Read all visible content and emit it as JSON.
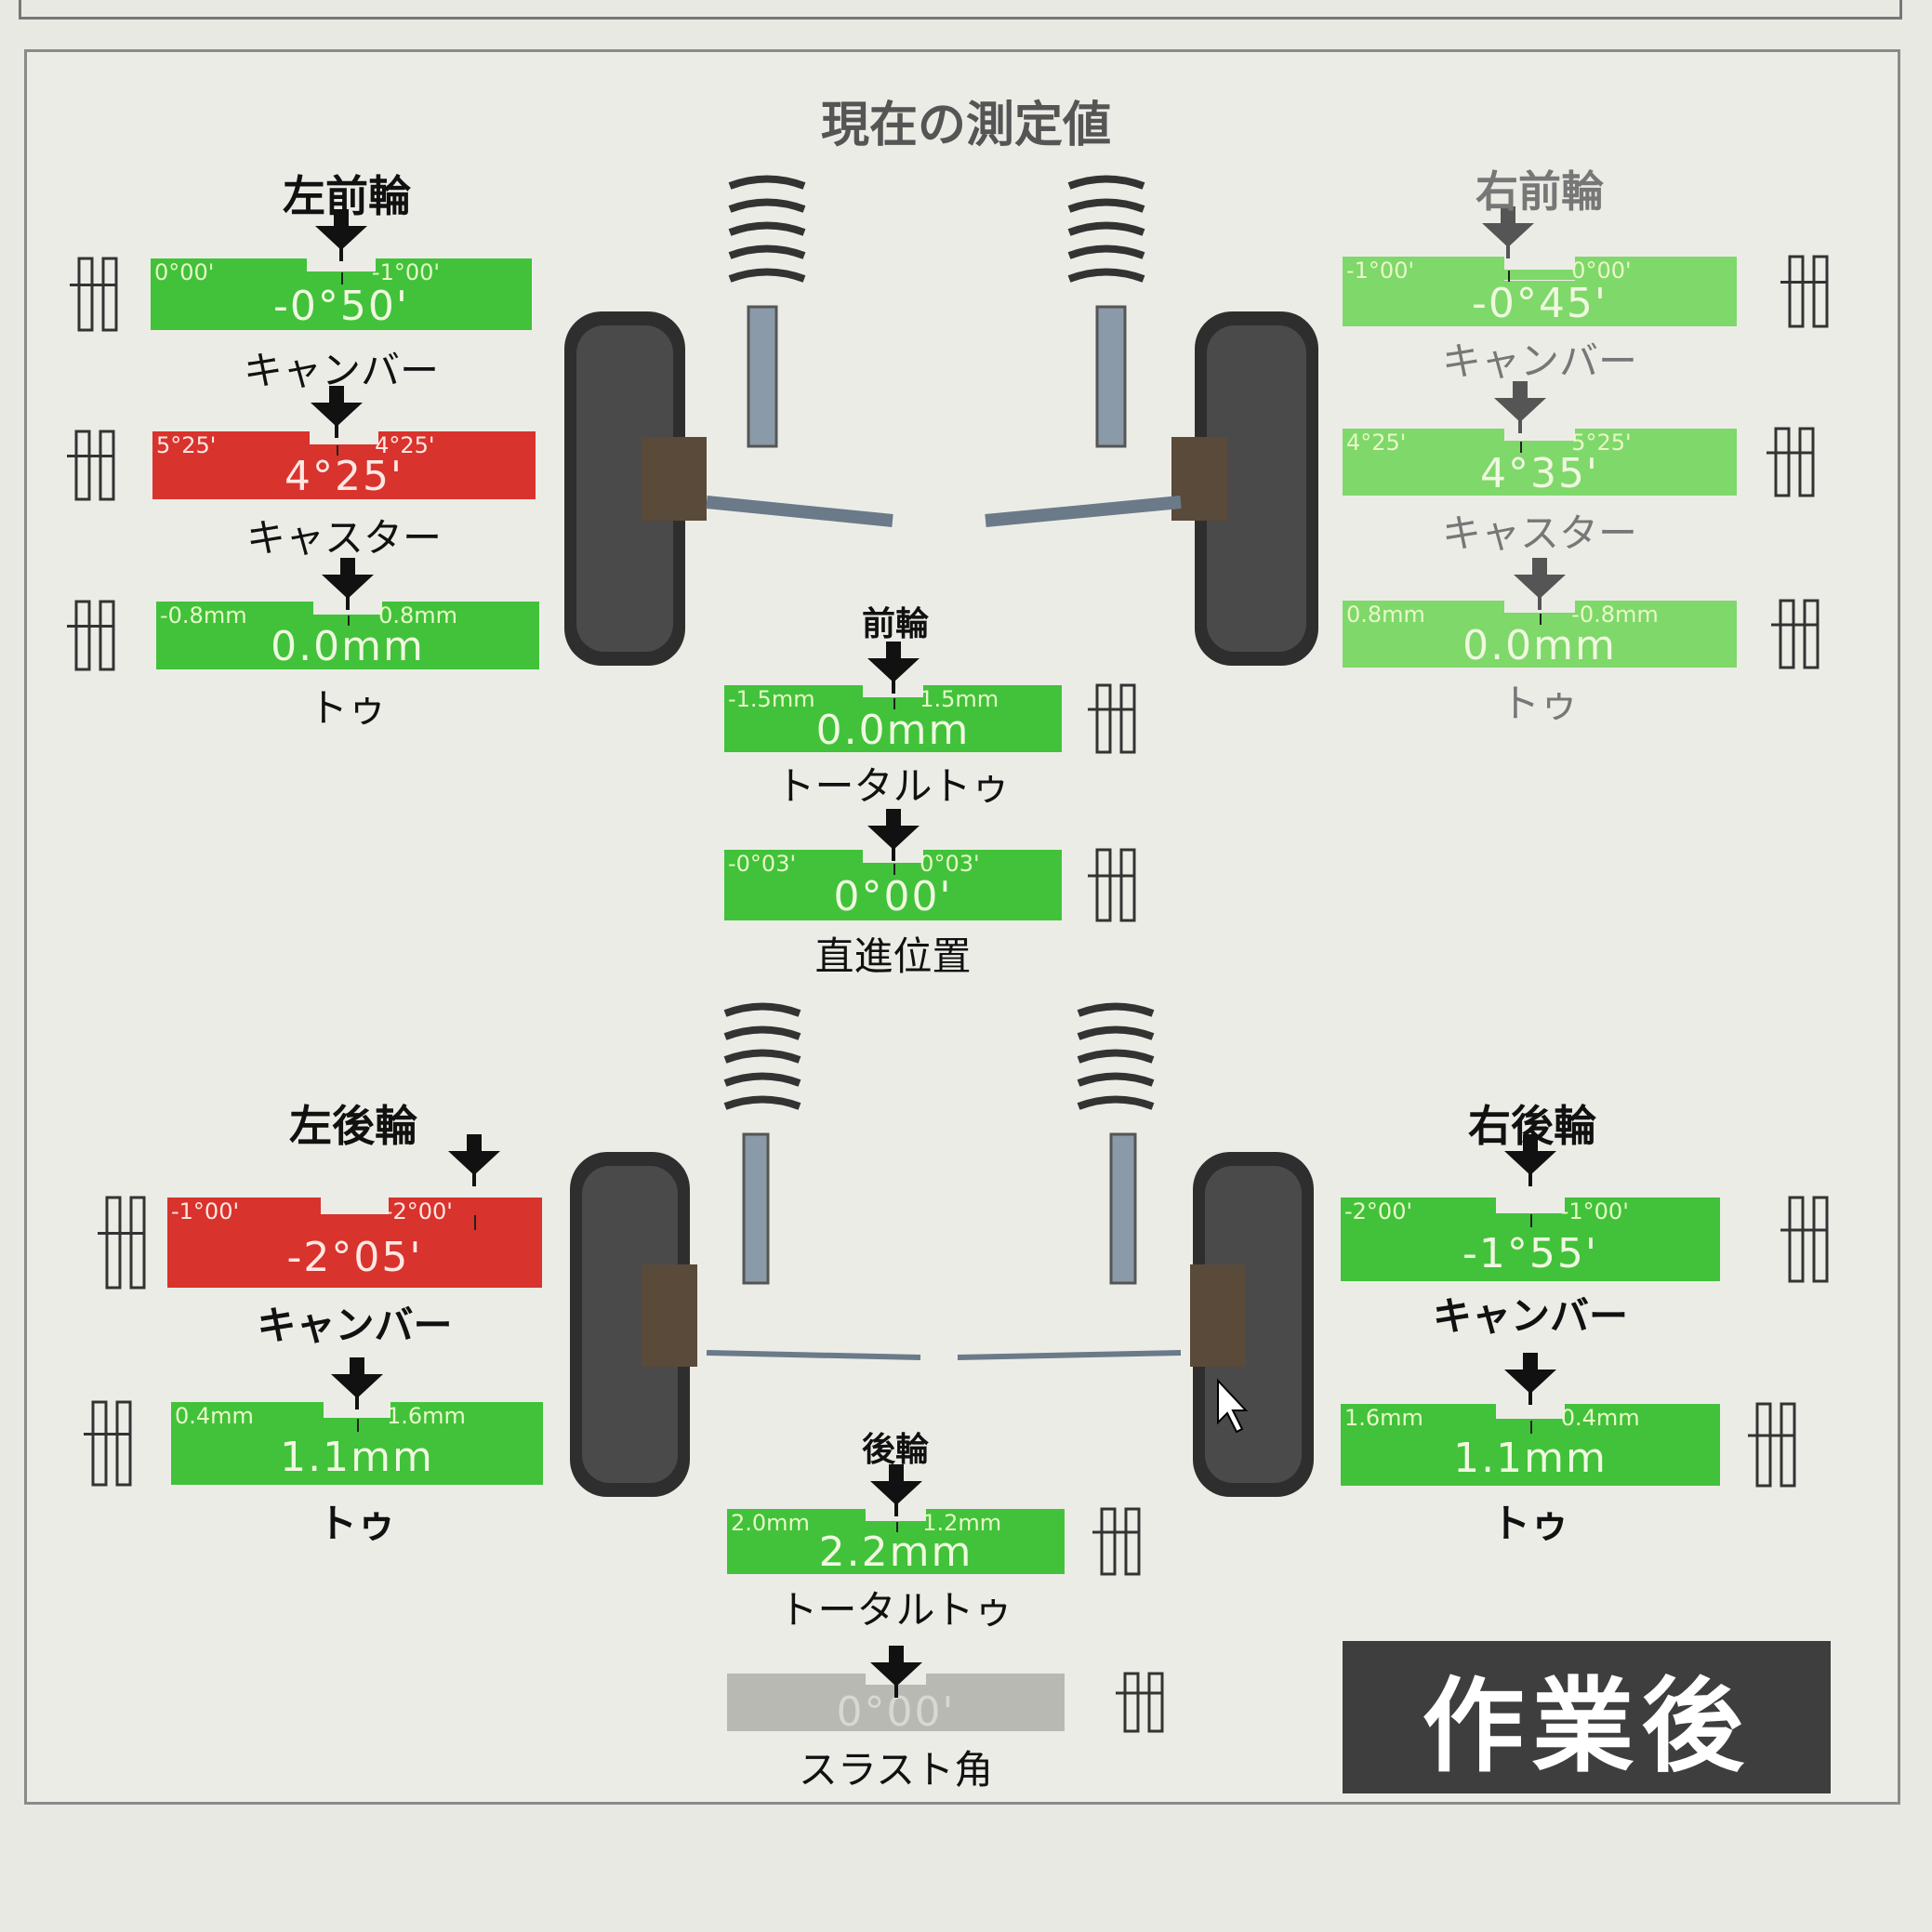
{
  "title": "現在の測定値",
  "badge": "作業後",
  "front_left": {
    "heading": "左前輪",
    "camber": {
      "label": "キャンバー",
      "min": "0°00'",
      "max": "-1°00'",
      "value": "-0°50'",
      "status": "green"
    },
    "caster": {
      "label": "キャスター",
      "min": "5°25'",
      "max": "4°25'",
      "value": "4°25'",
      "status": "red"
    },
    "toe": {
      "label": "トゥ",
      "min": "-0.8mm",
      "max": "0.8mm",
      "value": "0.0mm",
      "status": "green"
    }
  },
  "front_right": {
    "heading": "右前輪",
    "camber": {
      "label": "キャンバー",
      "min": "-1°00'",
      "max": "0°00'",
      "value": "-0°45'",
      "status": "green"
    },
    "caster": {
      "label": "キャスター",
      "min": "4°25'",
      "max": "5°25'",
      "value": "4°35'",
      "status": "green"
    },
    "toe": {
      "label": "トゥ",
      "min": "0.8mm",
      "max": "-0.8mm",
      "value": "0.0mm",
      "status": "green"
    }
  },
  "front_center": {
    "heading": "前輪",
    "total_toe": {
      "label": "トータルトゥ",
      "min": "-1.5mm",
      "max": "1.5mm",
      "value": "0.0mm",
      "status": "green"
    },
    "straight": {
      "label": "直進位置",
      "min": "-0°03'",
      "max": "0°03'",
      "value": "0°00'",
      "status": "green"
    }
  },
  "rear_left": {
    "heading": "左後輪",
    "camber": {
      "label": "キャンバー",
      "min": "-1°00'",
      "max": "-2°00'",
      "value": "-2°05'",
      "status": "red"
    },
    "toe": {
      "label": "トゥ",
      "min": "0.4mm",
      "max": "1.6mm",
      "value": "1.1mm",
      "status": "green"
    }
  },
  "rear_right": {
    "heading": "右後輪",
    "camber": {
      "label": "キャンバー",
      "min": "-2°00'",
      "max": "-1°00'",
      "value": "-1°55'",
      "status": "green"
    },
    "toe": {
      "label": "トゥ",
      "min": "1.6mm",
      "max": "0.4mm",
      "value": "1.1mm",
      "status": "green"
    }
  },
  "rear_center": {
    "heading": "後輪",
    "total_toe": {
      "label": "トータルトゥ",
      "min": "2.0mm",
      "max": "1.2mm",
      "value": "2.2mm",
      "status": "green"
    },
    "thrust": {
      "label": "スラスト角",
      "min": "",
      "max": "",
      "value": "0°00'",
      "status": "gray"
    }
  },
  "colors": {
    "ok": "#41c23a",
    "out_of_range": "#d8332d",
    "inactive": "#b9b9b4"
  }
}
